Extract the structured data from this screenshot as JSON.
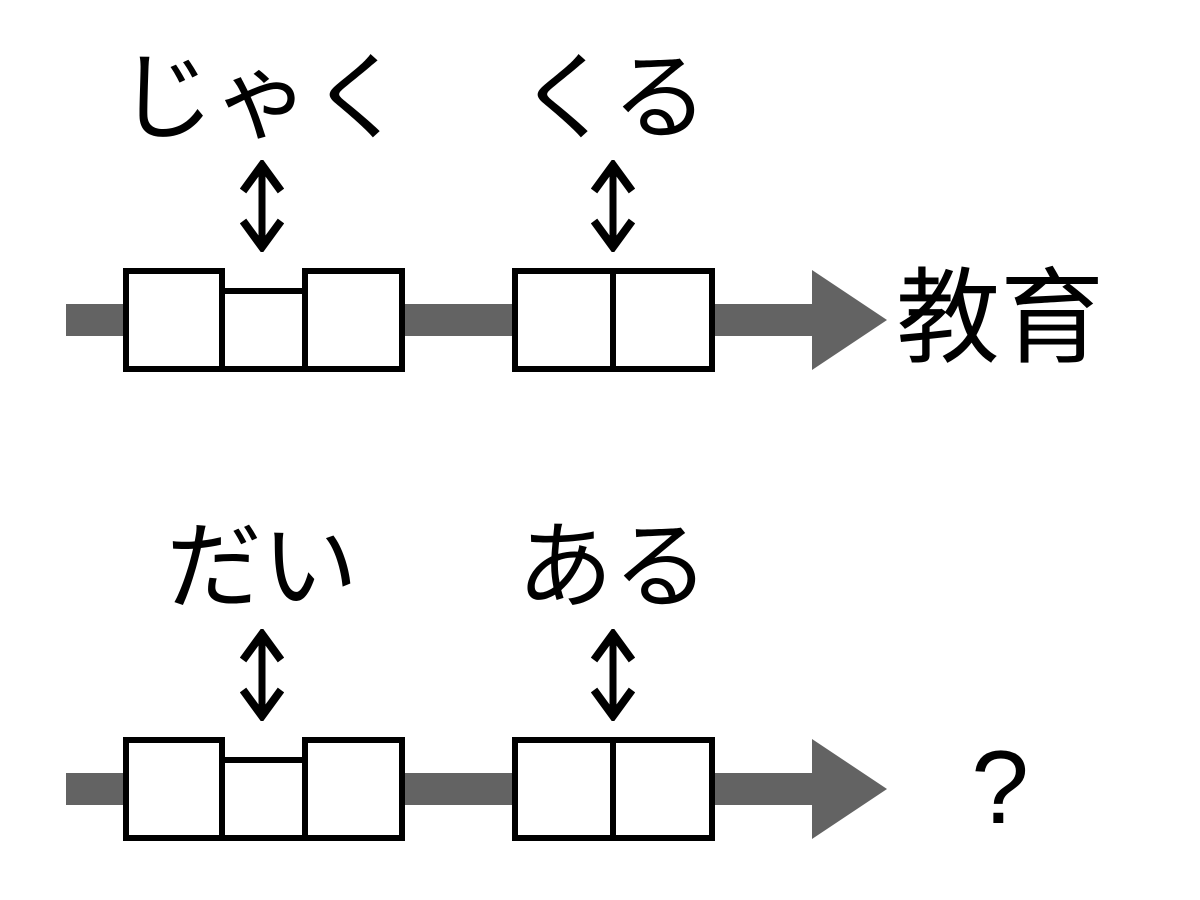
{
  "rows": [
    {
      "label_left": "じゃく",
      "label_right": "くる",
      "result": "教育"
    },
    {
      "label_left": "だい",
      "label_right": "ある",
      "result": "?"
    }
  ],
  "icons": {
    "updown_arrow": "↕"
  },
  "colors": {
    "arrow_gray": "#636363",
    "ink": "#000000",
    "box_fill": "#ffffff",
    "background": "#ffffff"
  }
}
